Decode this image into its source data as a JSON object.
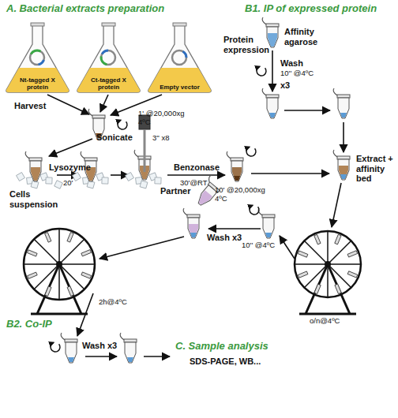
{
  "diagram": {
    "nodes": [
      {
        "text": [
          "Nt-tagged X protein"
        ]
      },
      {
        "text": [
          "Ct-tagged X protein"
        ]
      },
      {
        "text": [
          "Empty vector"
        ]
      }
    ],
    "labels": [
      "A. Bacterial extracts preparation",
      "Protein expression",
      "Harvest",
      "1' @20,000xg 4ºC",
      "Sonicate",
      "3'' x8",
      "Cells suspension",
      "Lysozyme",
      "20'",
      "Benzonase",
      "30'@RT",
      "10' @20,000xg 4ºC",
      "B1. IP of expressed protein",
      "Affinity agarose",
      "Wash",
      "10'' @4ºC",
      "x3",
      "Extract + affinity bed",
      "o/n@4ºC",
      "Partner",
      "Wash x3",
      "10'' @4ºC",
      "2h@4ºC",
      "B2. Co-IP",
      "Wash x3",
      "C. Sample analysis",
      "SDS-PAGE, WB..."
    ]
  }
}
